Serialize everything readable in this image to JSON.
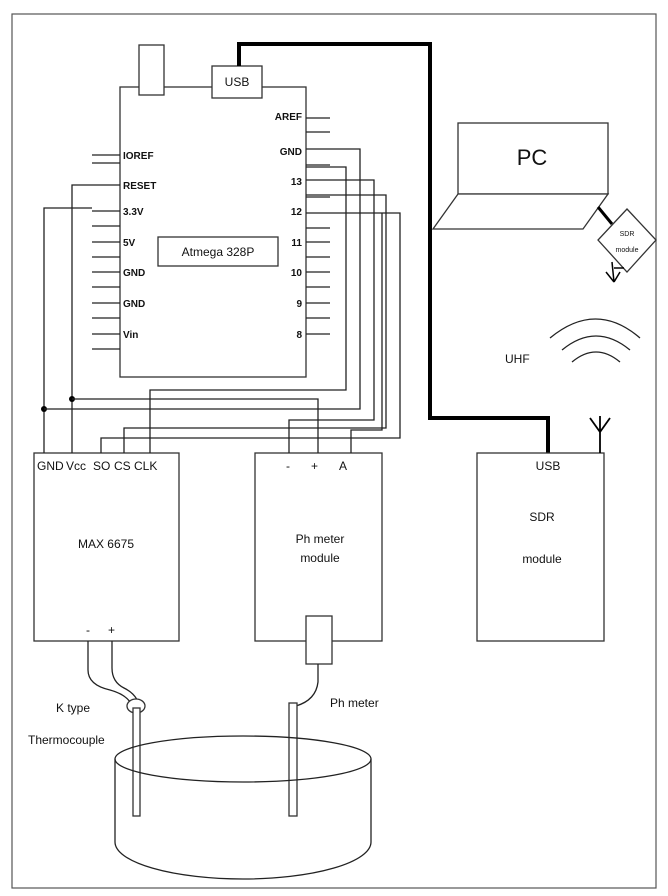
{
  "arduino": {
    "usb_label": "USB",
    "chip_label": "Atmega 328P",
    "left_pins": [
      "IOREF",
      "RESET",
      "3.3V",
      "5V",
      "GND",
      "GND",
      "Vin"
    ],
    "right_pins": [
      "AREF",
      "GND",
      "13",
      "12",
      "11",
      "10",
      "9",
      "8"
    ]
  },
  "pc": {
    "label": "PC"
  },
  "sdr_dongle": {
    "line1": "SDR",
    "line2": "module"
  },
  "uhf": {
    "label": "UHF"
  },
  "max6675": {
    "pins": [
      "GND",
      "Vcc",
      "SO",
      "CS",
      "CLK"
    ],
    "title": "MAX 6675",
    "minus": "-",
    "plus": "+"
  },
  "ph_module": {
    "pins": [
      "-",
      "+",
      "A"
    ],
    "line1": "Ph meter",
    "line2": "module"
  },
  "sdr_module": {
    "usb_label": "USB",
    "line1": "SDR",
    "line2": "module"
  },
  "labels": {
    "k_type": "K type",
    "thermocouple": "Thermocouple",
    "ph_meter": "Ph meter"
  }
}
